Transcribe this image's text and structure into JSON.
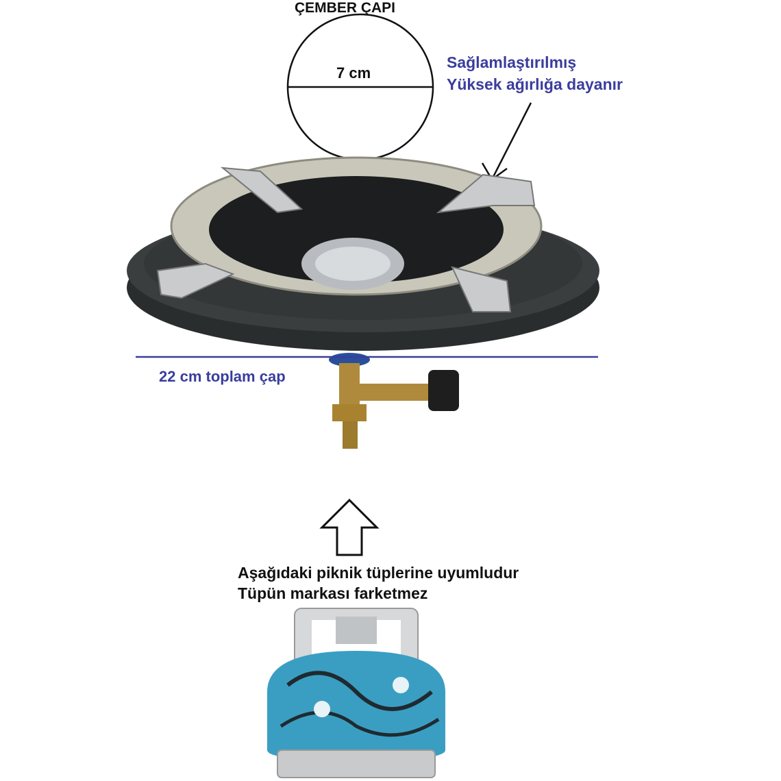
{
  "circle": {
    "title": "ÇEMBER ÇAPI",
    "diameter": "7 cm"
  },
  "reinforced": {
    "line1": "Sağlamlaştırılmış",
    "line2": "Yüksek ağırlığa dayanır"
  },
  "total_diameter": "22 cm toplam çap",
  "compatibility": {
    "line1": "Aşağıdaki piknik tüplerine uyumludur",
    "line2": "Tüpün markası farketmez"
  },
  "colors": {
    "annotation_blue": "#3a3d9c",
    "text_black": "#111111"
  }
}
